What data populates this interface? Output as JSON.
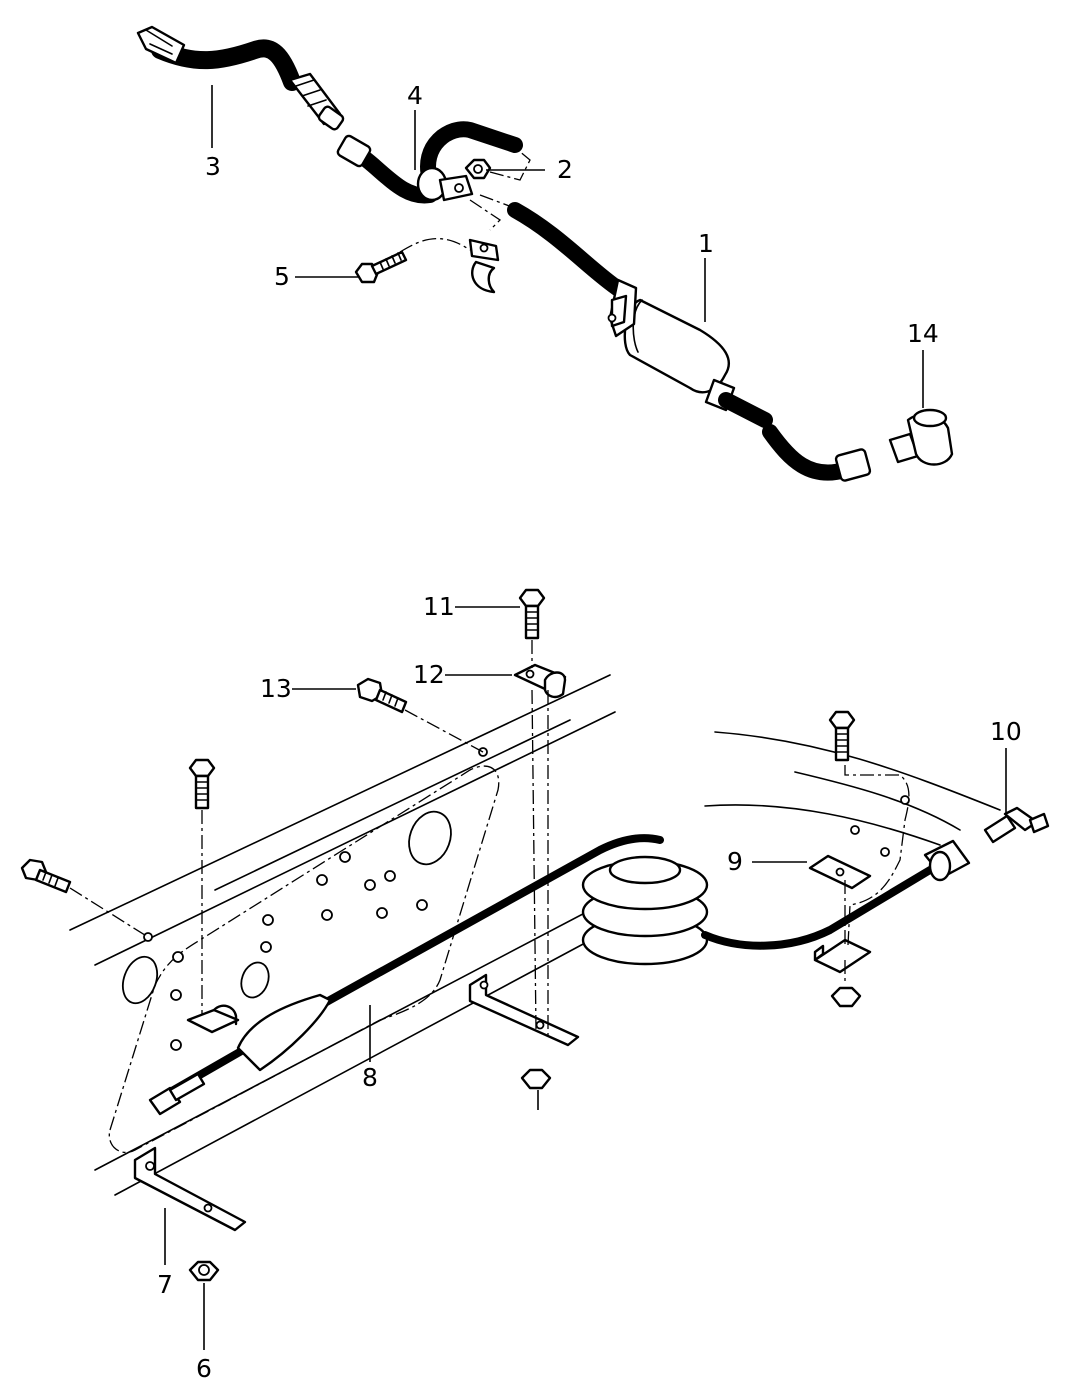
{
  "diagram": {
    "callouts": [
      {
        "id": "c1",
        "label": "1"
      },
      {
        "id": "c2",
        "label": "2"
      },
      {
        "id": "c3",
        "label": "3"
      },
      {
        "id": "c4",
        "label": "4"
      },
      {
        "id": "c5",
        "label": "5"
      },
      {
        "id": "c6",
        "label": "6"
      },
      {
        "id": "c7",
        "label": "7"
      },
      {
        "id": "c8",
        "label": "8"
      },
      {
        "id": "c9",
        "label": "9"
      },
      {
        "id": "c10",
        "label": "10"
      },
      {
        "id": "c11",
        "label": "11"
      },
      {
        "id": "c12",
        "label": "12"
      },
      {
        "id": "c13",
        "label": "13"
      },
      {
        "id": "c14",
        "label": "14"
      }
    ],
    "colors": {
      "line": "#000000",
      "background": "#ffffff"
    }
  }
}
